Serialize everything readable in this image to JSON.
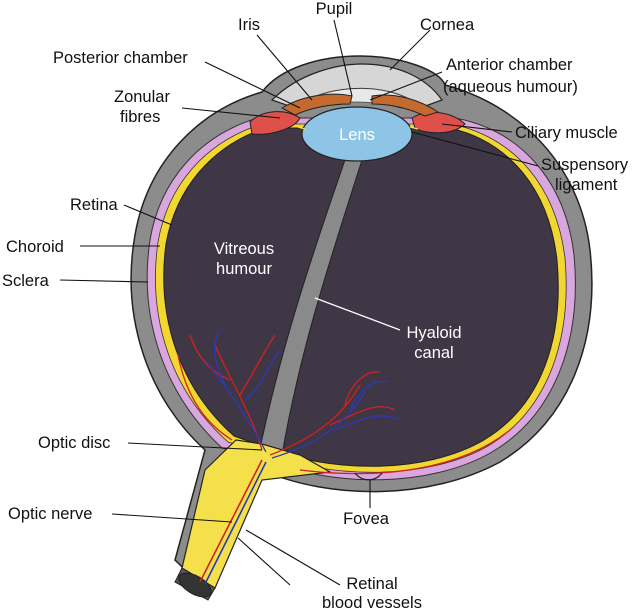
{
  "labels": {
    "pupil": "Pupil",
    "iris": "Iris",
    "cornea": "Cornea",
    "posterior_chamber": "Posterior chamber",
    "anterior_chamber_1": "Anterior chamber",
    "anterior_chamber_2": "(aqueous humour)",
    "zonular_1": "Zonular",
    "zonular_2": "fibres",
    "lens": "Lens",
    "ciliary_muscle": "Ciliary muscle",
    "suspensory_1": "Suspensory",
    "suspensory_2": "ligament",
    "retina": "Retina",
    "choroid": "Choroid",
    "sclera": "Sclera",
    "vitreous_1": "Vitreous",
    "vitreous_2": "humour",
    "hyaloid_1": "Hyaloid",
    "hyaloid_2": "canal",
    "optic_disc": "Optic disc",
    "optic_nerve": "Optic nerve",
    "fovea": "Fovea",
    "retinal_1": "Retinal",
    "retinal_2": "blood vessels"
  },
  "colors": {
    "sclera": "#8a8a8a",
    "choroid": "#d8a6dc",
    "retina": "#f4d835",
    "vitreous": "#3f3646",
    "lens": "#8ec5e6",
    "iris": "#c46a2e",
    "ciliary": "#e0504a",
    "cornea": "#c9c9c9",
    "nerve": "#f4e04a",
    "vessel_red": "#d42020",
    "vessel_blue": "#2a3ab8"
  }
}
